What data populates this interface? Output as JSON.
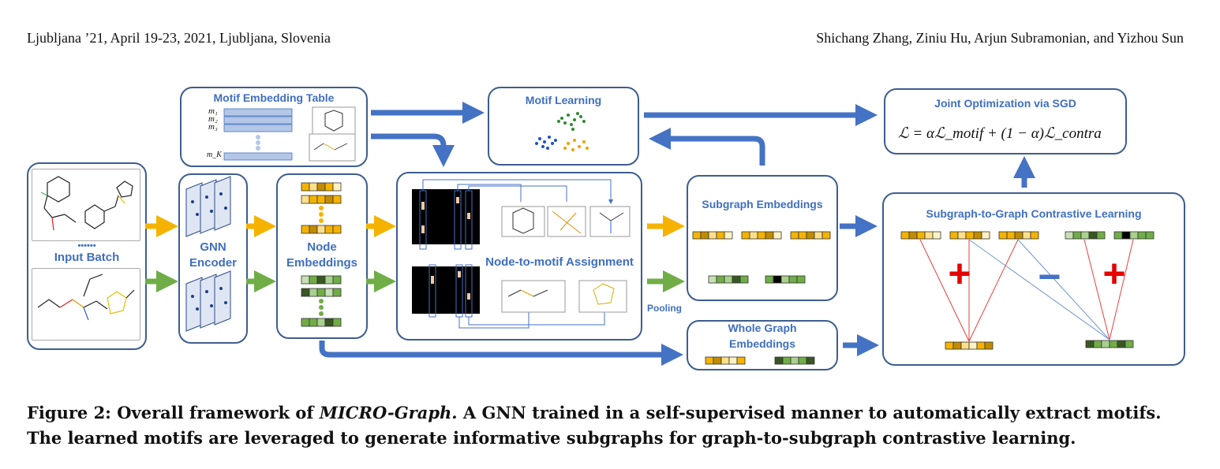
{
  "header": {
    "left": "Ljubljana ’21, April 19-23, 2021, Ljubljana, Slovenia",
    "right": "Shichang Zhang, Ziniu Hu, Arjun Subramonian, and Yizhou Sun"
  },
  "figure": {
    "input_batch": {
      "dots": "••••••",
      "label": "Input Batch"
    },
    "gnn_encoder": {
      "line1": "GNN",
      "line2": "Encoder"
    },
    "node_embeddings": {
      "line1": "Node",
      "line2": "Embeddings"
    },
    "motif_table": {
      "title": "Motif Embedding Table",
      "m1": "m₁",
      "m2": "m₂",
      "m3": "m₃",
      "mk": "m_K"
    },
    "motif_learning": {
      "title": "Motif Learning"
    },
    "node_to_motif": {
      "title": "Node-to-motif Assignment"
    },
    "subgraph_embeddings": {
      "title": "Subgraph Embeddings"
    },
    "pooling": {
      "label": "Pooling"
    },
    "whole_graph": {
      "line1": "Whole Graph",
      "line2": "Embeddings"
    },
    "joint_opt": {
      "title": "Joint Optimization via SGD",
      "formula": "ℒ = αℒ_motif + (1 − α)ℒ_contra"
    },
    "contrastive": {
      "title": "Subgraph-to-Graph Contrastive Learning",
      "plus": "+",
      "minus": "−"
    },
    "colors": {
      "box_border": "#3d5d8f",
      "title_blue": "#3f6fc0",
      "arrow_blue": "#4472c4",
      "arrow_yellow": "#f5b300",
      "arrow_green": "#70ad47",
      "plus_red": "#e60000"
    }
  },
  "caption": {
    "prefix": "Figure 2: Overall framework of ",
    "italic": "MICRO-Graph.",
    "rest": " A GNN trained in a self-supervised manner to automatically extract motifs. The learned motifs are leveraged to generate informative subgraphs for graph-to-subgraph contrastive learning."
  }
}
